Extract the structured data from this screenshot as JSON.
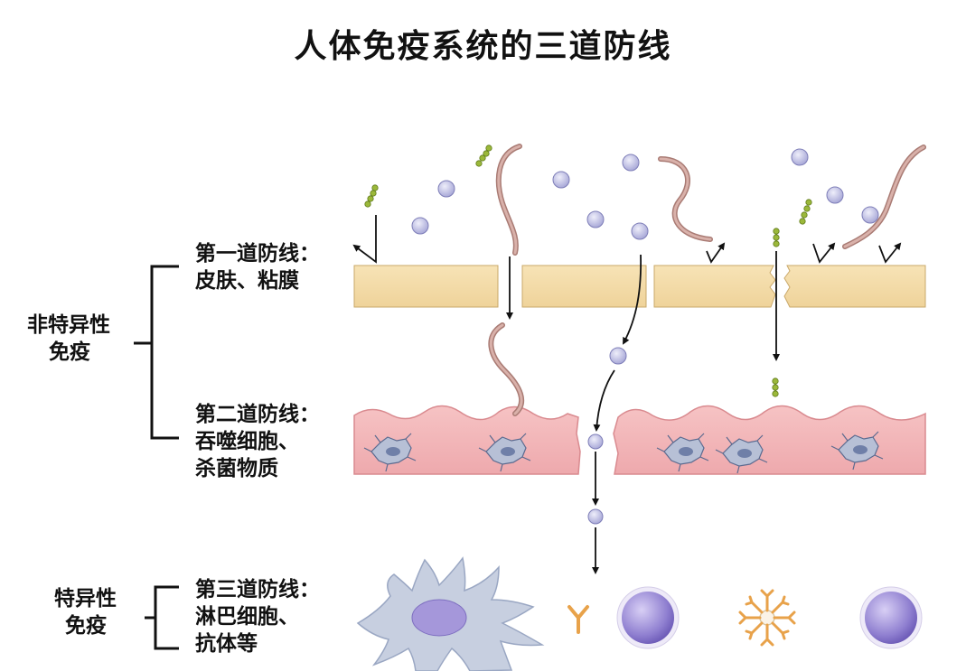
{
  "title": "人体免疫系统的三道防线",
  "groups": {
    "nonspecific": [
      "非特异性",
      "免疫"
    ],
    "specific": [
      "特异性",
      "免疫"
    ]
  },
  "lines": {
    "first": [
      "第一道防线：",
      "皮肤、粘膜"
    ],
    "second": [
      "第二道防线：",
      "吞噬细胞、",
      "杀菌物质"
    ],
    "third": [
      "第三道防线：",
      "淋巴细胞、",
      "抗体等"
    ]
  },
  "colors": {
    "skin": "#f4dca8",
    "skin_edge": "#c9a86a",
    "tissue": "#f2b5b7",
    "tissue_edge": "#d98a8f",
    "pathogen": "#b9b9df",
    "bacteria": "#9bb83a",
    "worm": "#c99b94",
    "lymphocyte": "#8f7fd0",
    "antibody": "#e8a24a",
    "phagocyte": "#b7c0d6"
  }
}
